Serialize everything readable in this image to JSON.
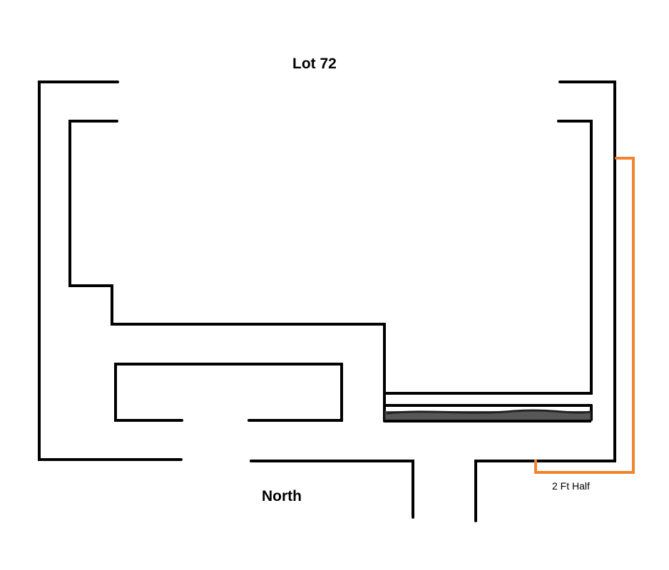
{
  "title": "Lot 72",
  "direction_label": "North",
  "half_wall": {
    "label": "2 Ft Half",
    "color": "#f0852d"
  },
  "wall_color": "#000000",
  "scribble_color": "#3a3a3a"
}
